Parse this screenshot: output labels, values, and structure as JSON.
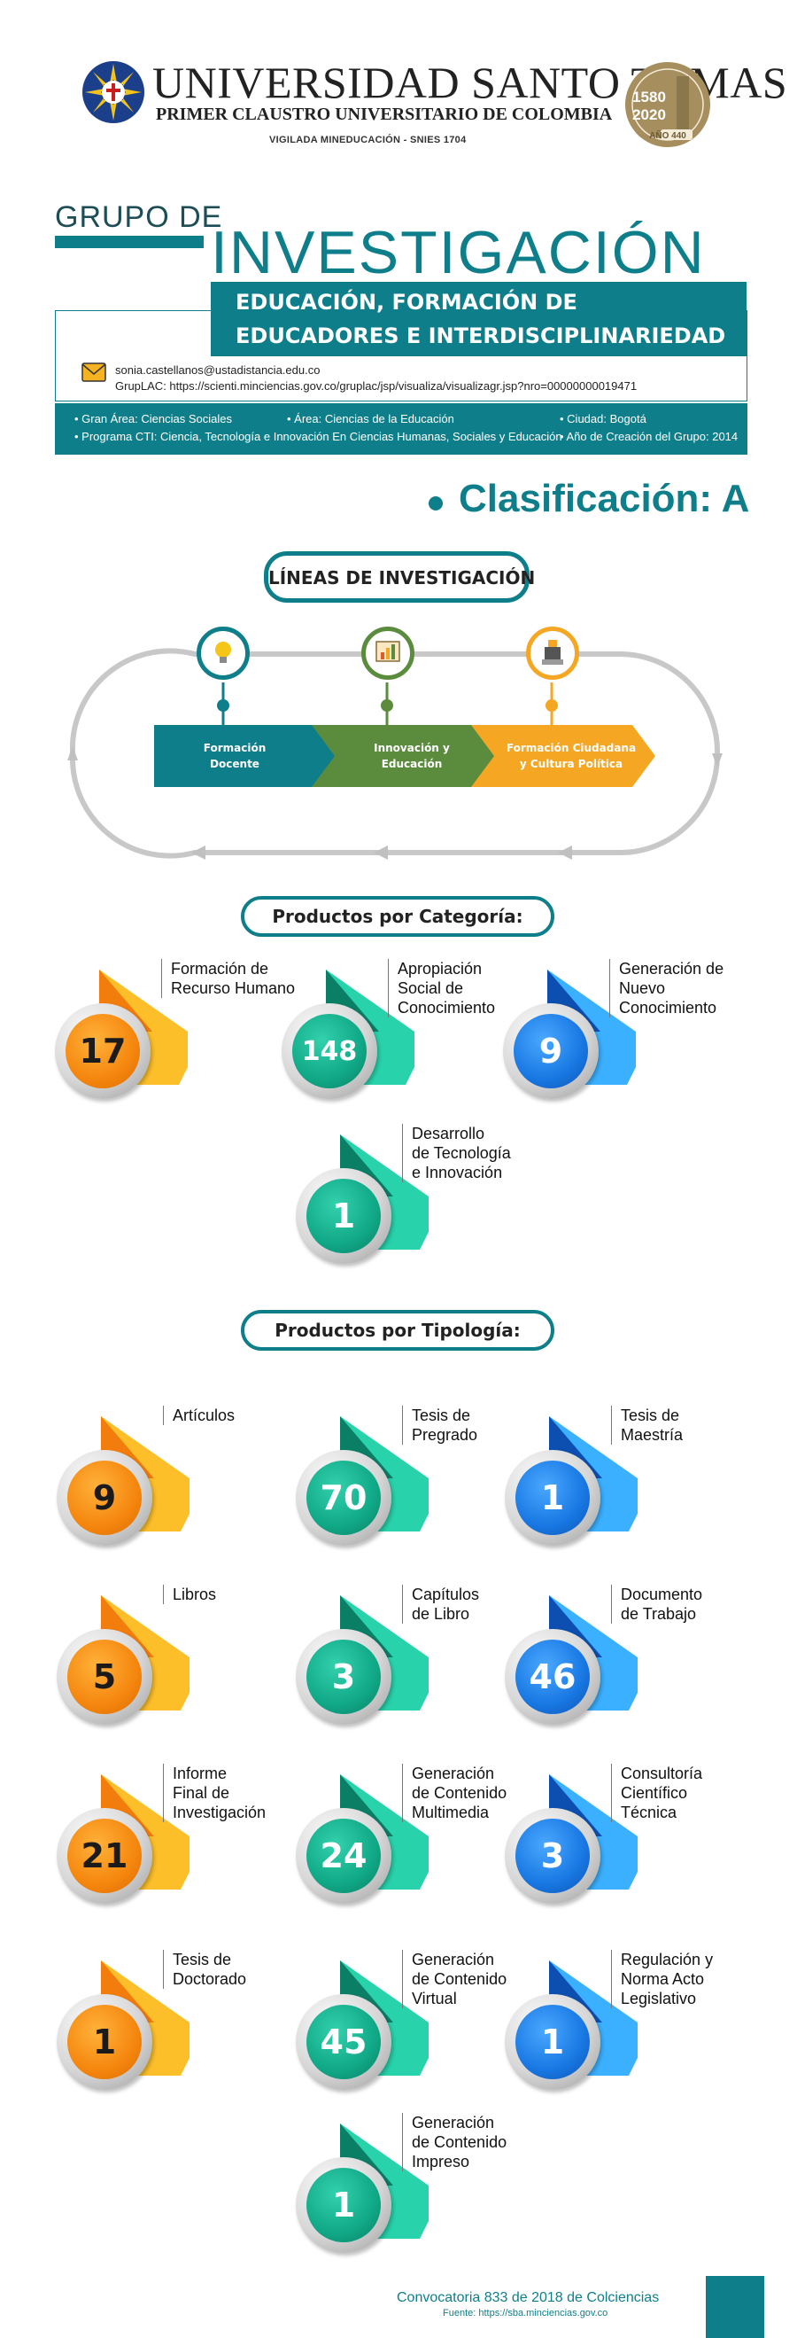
{
  "header": {
    "university_name": "UNIVERSIDAD SANTO TOMAS",
    "subtitle": "PRIMER CLAUSTRO UNIVERSITARIO DE COLOMBIA",
    "vigilada": "VIGILADA MINEDUCACIÓN - SNIES 1704",
    "anniversary_years": "1580 2020",
    "anniversary_label": "AÑO 440"
  },
  "title": {
    "line1": "GRUPO DE",
    "line2": "INVESTIGACIÓN",
    "group_name_line1": "EDUCACIÓN, FORMACIÓN DE",
    "group_name_line2": "EDUCADORES E INTERDISCIPLINARIEDAD"
  },
  "contact": {
    "email": "sonia.castellanos@ustadistancia.edu.co",
    "gruplac": "GrupLAC: https://scienti.minciencias.gov.co/gruplac/jsp/visualiza/visualizagr.jsp?nro=00000000019471"
  },
  "info": {
    "gran_area": "Gran Área: Ciencias Sociales",
    "area": "Área: Ciencias de la Educación",
    "ciudad": "Ciudad: Bogotá",
    "programa": "Programa CTI: Ciencia, Tecnología e Innovación En Ciencias Humanas, Sociales y Educación",
    "anio": "Año de Creación del Grupo: 2014"
  },
  "clasificacion": "Clasificación: A",
  "lineas": {
    "title": "LÍNEAS DE INVESTIGACIÓN",
    "items": [
      {
        "label_1": "Formación",
        "label_2": "Docente",
        "color": "#0e7f8a",
        "icon": "lightbulb-icon"
      },
      {
        "label_1": "Innovación y",
        "label_2": "Educación",
        "color": "#5b8c3e",
        "icon": "chart-board-icon"
      },
      {
        "label_1": "Formación Ciudadana",
        "label_2": "y Cultura Política",
        "color": "#f5a623",
        "icon": "justice-icon"
      }
    ]
  },
  "categoria": {
    "title": "Productos por Categoría:",
    "items": [
      {
        "value": "17",
        "label": [
          "Formación de",
          "Recurso Humano"
        ],
        "color": "orange"
      },
      {
        "value": "148",
        "label": [
          "Apropiación",
          "Social de",
          "Conocimiento"
        ],
        "color": "teal"
      },
      {
        "value": "9",
        "label": [
          "Generación de",
          "Nuevo",
          "Conocimiento"
        ],
        "color": "blue"
      },
      {
        "value": "1",
        "label": [
          "Desarrollo",
          "de Tecnología",
          "e Innovación"
        ],
        "color": "teal"
      }
    ]
  },
  "tipologia": {
    "title": "Productos por Tipología:",
    "items": [
      {
        "value": "9",
        "label": [
          "Artículos"
        ],
        "color": "orange"
      },
      {
        "value": "70",
        "label": [
          "Tesis de",
          "Pregrado"
        ],
        "color": "teal"
      },
      {
        "value": "1",
        "label": [
          "Tesis de",
          "Maestría"
        ],
        "color": "blue"
      },
      {
        "value": "5",
        "label": [
          "Libros"
        ],
        "color": "orange"
      },
      {
        "value": "3",
        "label": [
          "Capítulos",
          "de Libro"
        ],
        "color": "teal"
      },
      {
        "value": "46",
        "label": [
          "Documento",
          "de Trabajo"
        ],
        "color": "blue"
      },
      {
        "value": "21",
        "label": [
          "Informe",
          "Final de",
          "Investigación"
        ],
        "color": "orange"
      },
      {
        "value": "24",
        "label": [
          "Generación",
          "de Contenido",
          "Multimedia"
        ],
        "color": "teal"
      },
      {
        "value": "3",
        "label": [
          "Consultoría",
          "Científico",
          "Técnica"
        ],
        "color": "blue"
      },
      {
        "value": "1",
        "label": [
          "Tesis de",
          "Doctorado"
        ],
        "color": "orange"
      },
      {
        "value": "45",
        "label": [
          "Generación",
          "de Contenido",
          "Virtual"
        ],
        "color": "teal"
      },
      {
        "value": "1",
        "label": [
          "Regulación y",
          "Norma Acto",
          "Legislativo"
        ],
        "color": "blue"
      },
      {
        "value": "1",
        "label": [
          "Generación",
          "de Contenido",
          "Impreso"
        ],
        "color": "teal"
      }
    ]
  },
  "footer": {
    "line1": "Convocatoria 833 de 2018 de Colciencias",
    "line2": "Fuente: https://sba.minciencias.gov.co"
  },
  "colors": {
    "primary": "#0e7f8a",
    "orange": "#f5860e",
    "teal": "#10a886",
    "blue": "#1877e2",
    "green": "#5b8c3e",
    "yellow": "#f5a623"
  }
}
